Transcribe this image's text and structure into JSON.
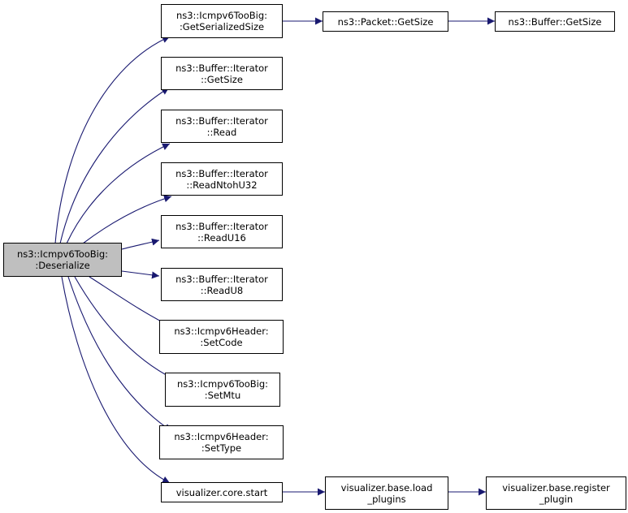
{
  "graph": {
    "edge_color": "#191970",
    "root": {
      "lines": [
        "ns3::Icmpv6TooBig:",
        ":Deserialize"
      ]
    },
    "nodes": {
      "getSerializedSize": {
        "lines": [
          "ns3::Icmpv6TooBig:",
          ":GetSerializedSize"
        ]
      },
      "packetGetSize": {
        "lines": [
          "ns3::Packet::GetSize"
        ]
      },
      "bufferGetSize": {
        "lines": [
          "ns3::Buffer::GetSize"
        ]
      },
      "iterGetSize": {
        "lines": [
          "ns3::Buffer::Iterator",
          "::GetSize"
        ]
      },
      "iterRead": {
        "lines": [
          "ns3::Buffer::Iterator",
          "::Read"
        ]
      },
      "iterReadNtohU32": {
        "lines": [
          "ns3::Buffer::Iterator",
          "::ReadNtohU32"
        ]
      },
      "iterReadU16": {
        "lines": [
          "ns3::Buffer::Iterator",
          "::ReadU16"
        ]
      },
      "iterReadU8": {
        "lines": [
          "ns3::Buffer::Iterator",
          "::ReadU8"
        ]
      },
      "setCode": {
        "lines": [
          "ns3::Icmpv6Header:",
          ":SetCode"
        ]
      },
      "setMtu": {
        "lines": [
          "ns3::Icmpv6TooBig:",
          ":SetMtu"
        ]
      },
      "setType": {
        "lines": [
          "ns3::Icmpv6Header:",
          ":SetType"
        ]
      },
      "coreStart": {
        "lines": [
          "visualizer.core.start"
        ]
      },
      "loadPlugins": {
        "lines": [
          "visualizer.base.load",
          "_plugins"
        ]
      },
      "registerPlugin": {
        "lines": [
          "visualizer.base.register",
          "_plugin"
        ]
      }
    }
  }
}
